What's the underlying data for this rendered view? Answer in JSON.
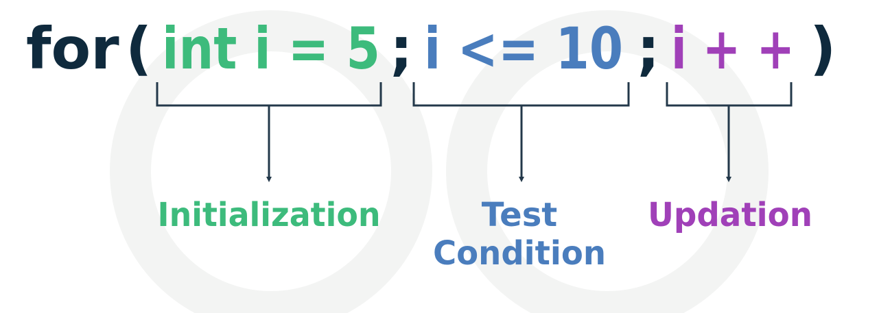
{
  "colors": {
    "keyword": "#0f2a3d",
    "init": "#3dbb7c",
    "test": "#4a7dbd",
    "update": "#a040b8",
    "bracket": "#23384a",
    "watermark": "#f3f4f3"
  },
  "code": {
    "keyword": "for",
    "open_paren": "(",
    "init_expr": "int i = 5",
    "sep1": ";",
    "test_expr": "i <= 10",
    "sep2": ";",
    "update_expr": "i + +",
    "close_paren": ")"
  },
  "labels": {
    "init": "Initialization",
    "test_line1": "Test",
    "test_line2": "Condition",
    "update": "Updation"
  }
}
